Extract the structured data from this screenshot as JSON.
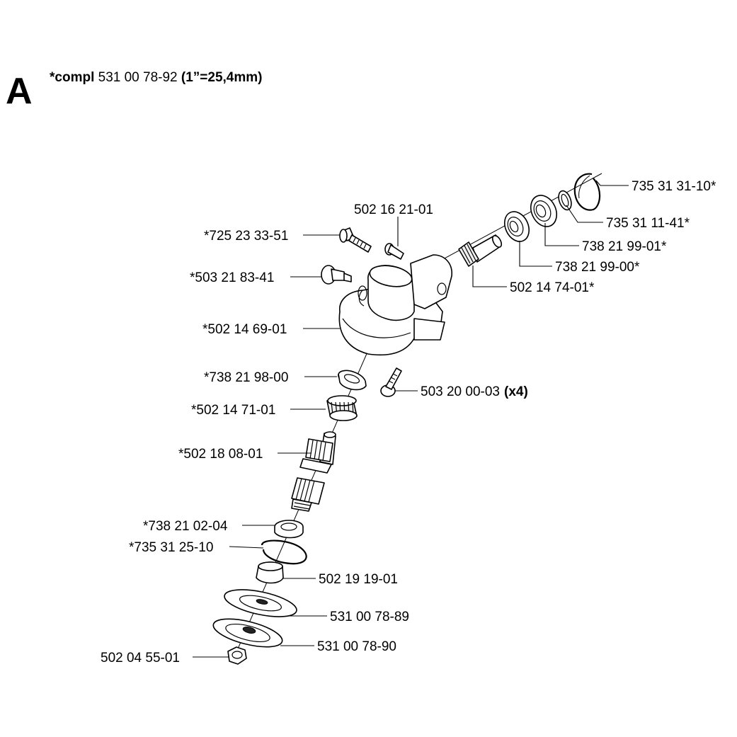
{
  "section_letter": "A",
  "header": {
    "prefix": "*compl",
    "number": " 531 00 78-92 ",
    "note": "(1”=25,4mm)"
  },
  "parts": [
    {
      "id": "p1",
      "label": "735 31 31-10*"
    },
    {
      "id": "p2",
      "label": "735 31 11-41*"
    },
    {
      "id": "p3",
      "label": "738 21 99-01*"
    },
    {
      "id": "p4",
      "label": "738 21 99-00*"
    },
    {
      "id": "p5",
      "label": "502 14 74-01*"
    },
    {
      "id": "p6",
      "label": "502 16 21-01"
    },
    {
      "id": "p7",
      "label": "*725 23 33-51"
    },
    {
      "id": "p8",
      "label": "*503 21 83-41"
    },
    {
      "id": "p9",
      "label": "*502 14 69-01"
    },
    {
      "id": "p10",
      "label": "*738 21 98-00"
    },
    {
      "id": "p11",
      "label": "503 20 00-03",
      "suffix": "(x4)"
    },
    {
      "id": "p12",
      "label": "*502 14 71-01"
    },
    {
      "id": "p13",
      "label": "*502 18 08-01"
    },
    {
      "id": "p14",
      "label": "*738 21 02-04"
    },
    {
      "id": "p15",
      "label": "*735 31 25-10"
    },
    {
      "id": "p16",
      "label": "502 19 19-01"
    },
    {
      "id": "p17",
      "label": "531 00 78-89"
    },
    {
      "id": "p18",
      "label": "531 00 78-90"
    },
    {
      "id": "p19",
      "label": "502 04 55-01"
    }
  ]
}
